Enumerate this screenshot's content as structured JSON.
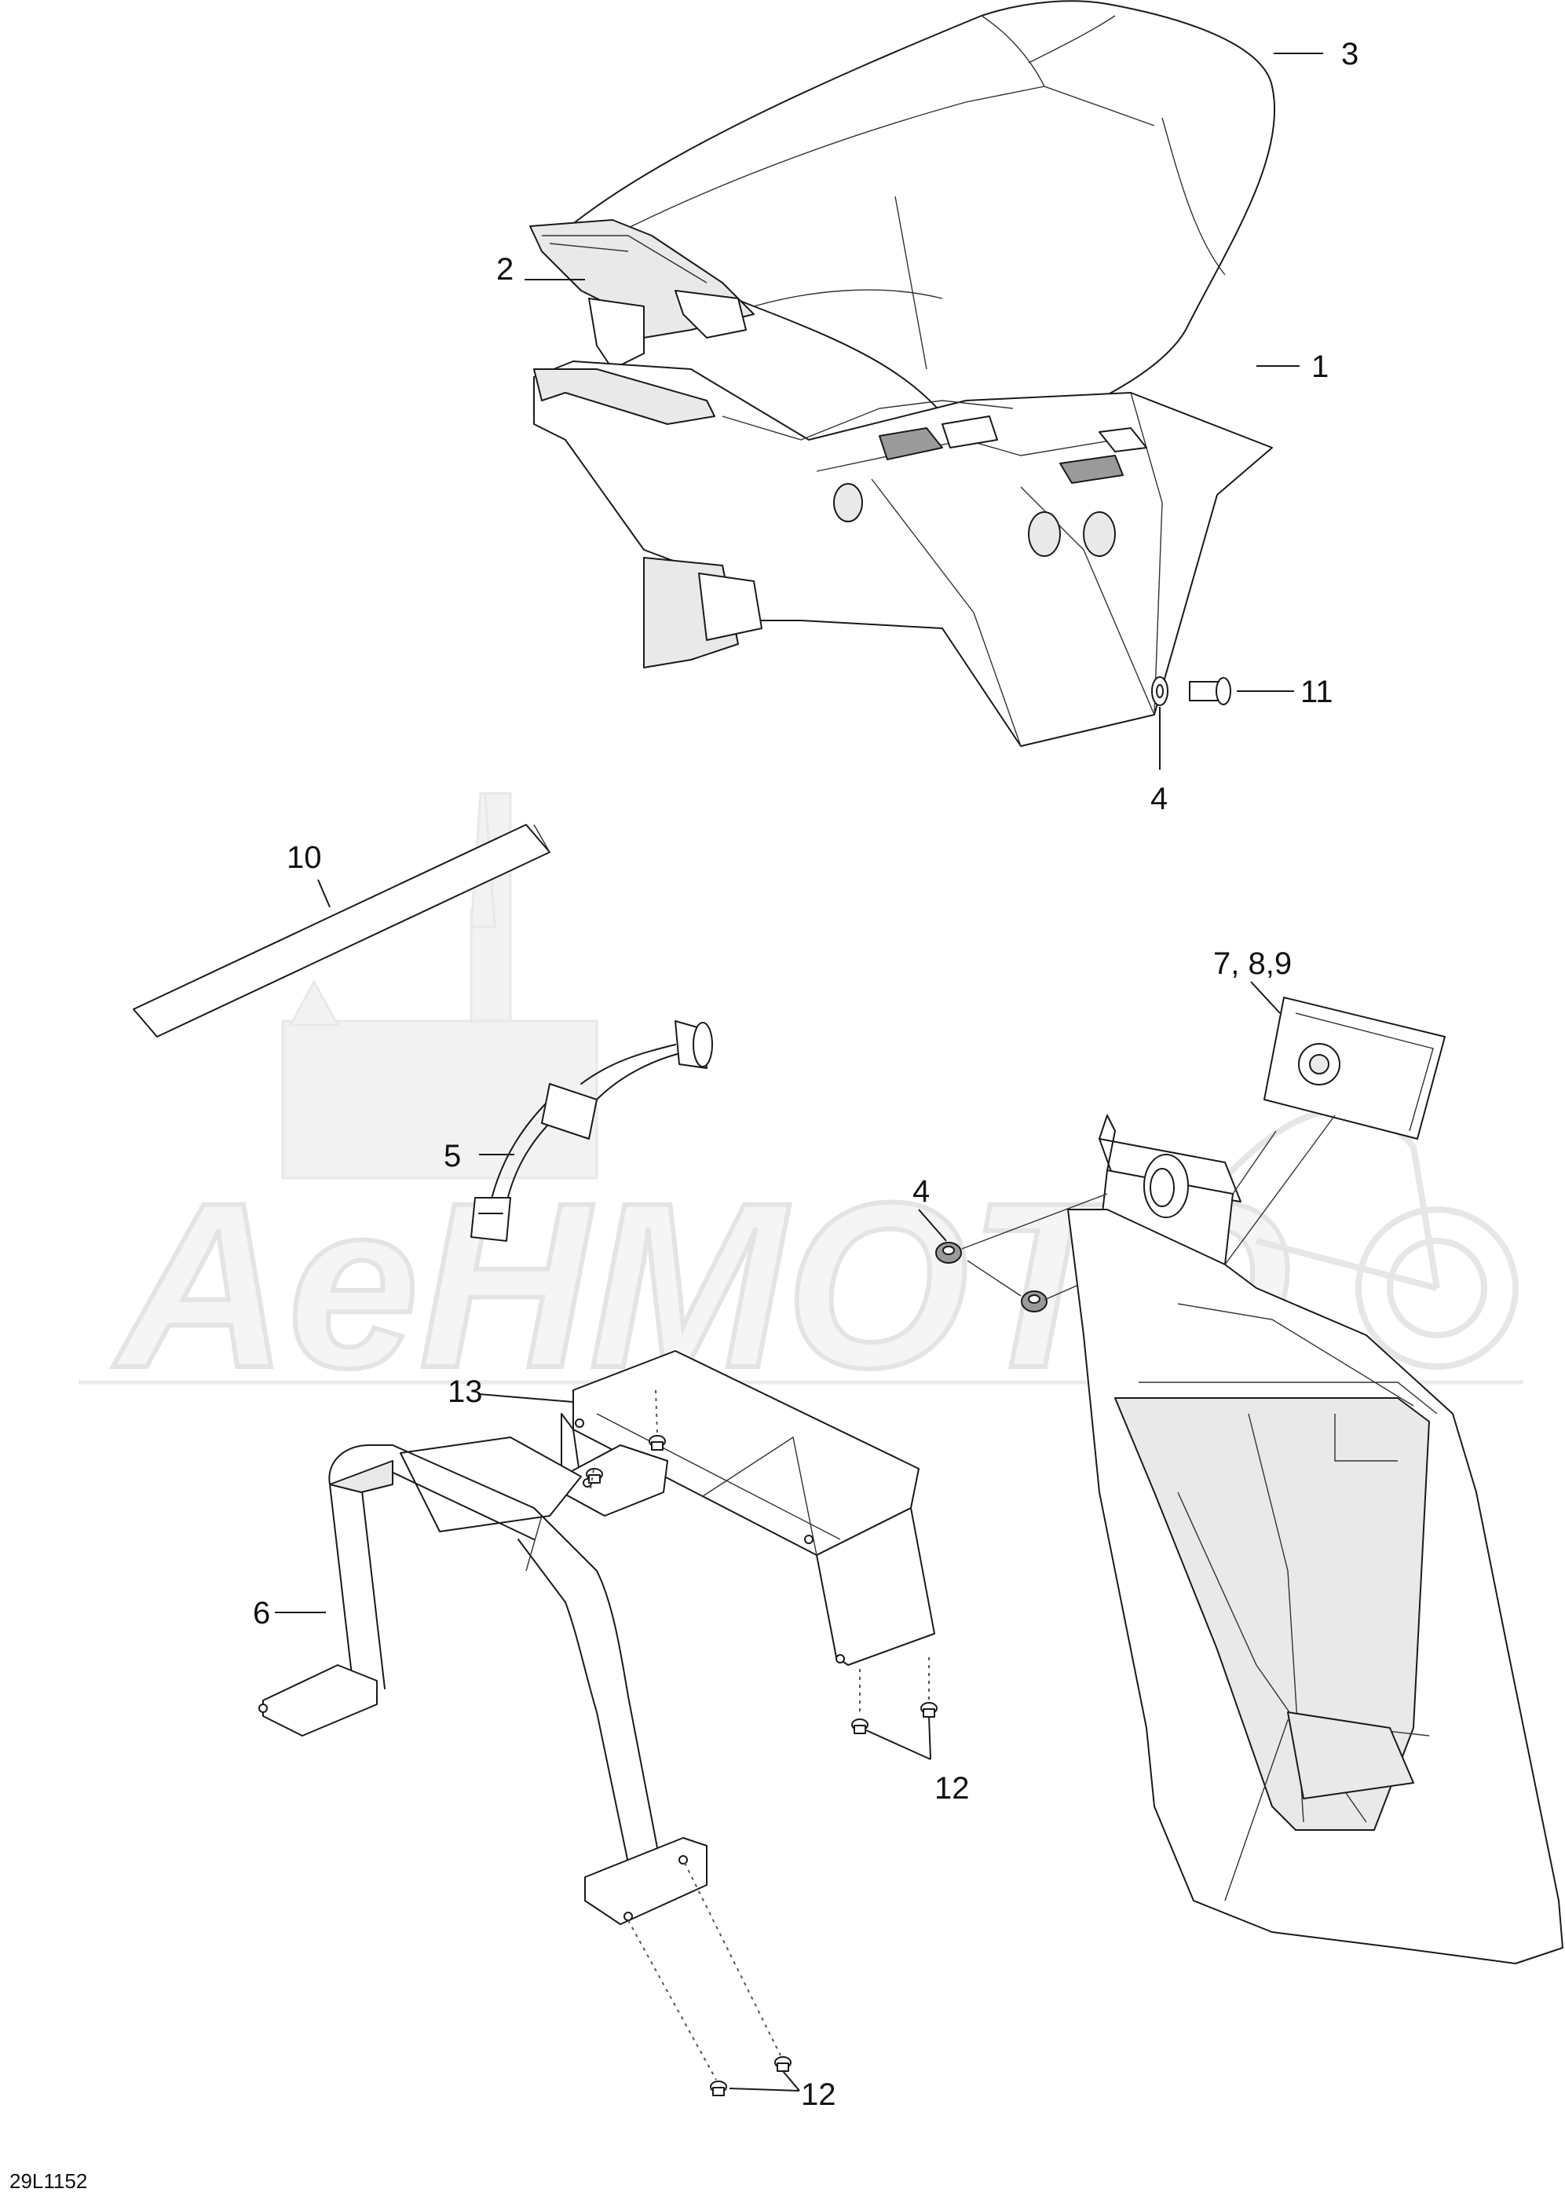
{
  "diagram_code": "29L1152",
  "watermark_text": "AeHMOTO",
  "callouts": [
    {
      "id": "c1",
      "label": "1"
    },
    {
      "id": "c2",
      "label": "2"
    },
    {
      "id": "c3",
      "label": "3"
    },
    {
      "id": "c4a",
      "label": "4"
    },
    {
      "id": "c4b",
      "label": "4"
    },
    {
      "id": "c5",
      "label": "5"
    },
    {
      "id": "c6",
      "label": "6"
    },
    {
      "id": "c789",
      "label": "7, 8,9"
    },
    {
      "id": "c10",
      "label": "10"
    },
    {
      "id": "c11",
      "label": "11"
    },
    {
      "id": "c12a",
      "label": "12"
    },
    {
      "id": "c12b",
      "label": "12"
    },
    {
      "id": "c13",
      "label": "13"
    }
  ]
}
